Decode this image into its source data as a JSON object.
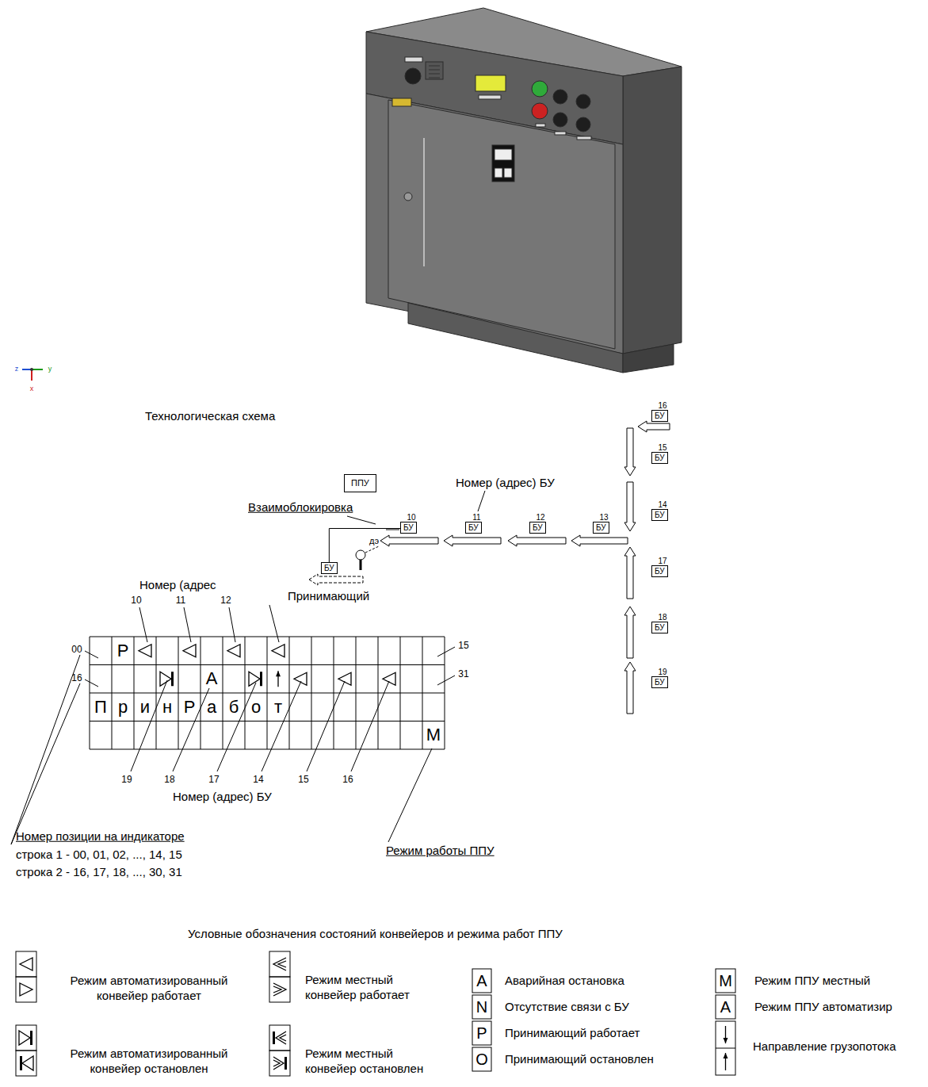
{
  "diagram": {
    "title": "Технологическая схема",
    "nodes": [
      {
        "text": [
          "ППУ"
        ]
      },
      {
        "text": [
          "16",
          "БУ"
        ]
      },
      {
        "text": [
          "15",
          "БУ"
        ]
      },
      {
        "text": [
          "10",
          "БУ"
        ]
      },
      {
        "text": [
          "11",
          "БУ"
        ]
      },
      {
        "text": [
          "12",
          "БУ"
        ]
      },
      {
        "text": [
          "13",
          "БУ"
        ]
      },
      {
        "text": [
          "14",
          "БУ"
        ]
      },
      {
        "text": [
          "БУ"
        ]
      },
      {
        "text": [
          "17",
          "БУ"
        ]
      },
      {
        "text": [
          "18",
          "БУ"
        ]
      },
      {
        "text": [
          "19",
          "БУ"
        ]
      }
    ],
    "edges": [
      {
        "from": 3,
        "to": 8,
        "arrow": "none"
      }
    ],
    "labels": [
      "z",
      "y",
      "x",
      "Номер (адрес) БУ",
      "Взаимоблокировка",
      "дэ",
      "Принимающий",
      "Номер (адрес",
      "10",
      "11",
      "12",
      "00",
      "16",
      "15",
      "31",
      "Р",
      "А",
      "П",
      "р",
      "и",
      "н",
      "Р",
      "а",
      "б",
      "о",
      "т",
      "М",
      "19",
      "18",
      "17",
      "14",
      "15",
      "16",
      "Номер (адрес) БУ",
      "Номер позиции на индикаторе",
      "строка 1 - 00, 01, 02, ..., 14, 15",
      "строка 2 - 16, 17, 18, ..., 30, 31",
      "Режим работы ППУ",
      "Условные обозначения состояний конвейеров и режима работ ППУ",
      "А",
      "N",
      "Р",
      "О",
      "М",
      "А"
    ],
    "legend": [
      {
        "text": "Режим автоматизированный конвейер работает"
      },
      {
        "text": "Режим местный конвейер работает"
      },
      {
        "text": "Режим автоматизированный конвейер остановлен"
      },
      {
        "text": "Режим местный конвейер остановлен"
      },
      {
        "text": "Аварийная остановка"
      },
      {
        "text": "Отсутствие связи с БУ"
      },
      {
        "text": "Принимающий работает"
      },
      {
        "text": "Принимающий остановлен"
      },
      {
        "text": "Режим ППУ местный"
      },
      {
        "text": "Режим ППУ автоматизир"
      },
      {
        "text": "Направление грузопотока"
      }
    ]
  }
}
